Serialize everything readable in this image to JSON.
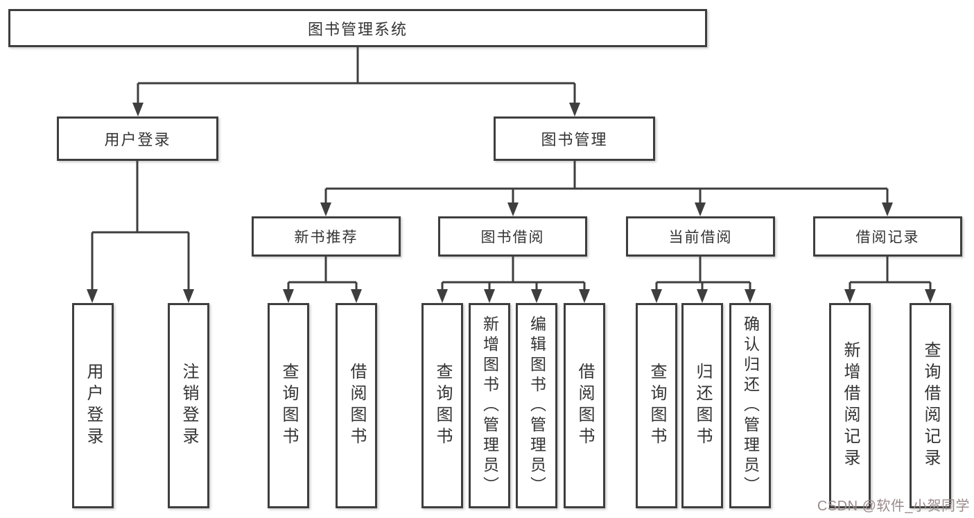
{
  "nodes": {
    "root": "图书管理系统",
    "user_login": "用户登录",
    "book_mgmt": "图书管理",
    "new_books": "新书推荐",
    "book_borrow": "图书借阅",
    "current_borrow": "当前借阅",
    "borrow_records": "借阅记录",
    "leaf_user_login": "用户登录",
    "leaf_logout": "注销登录",
    "leaf_nb_query": "查询图书",
    "leaf_nb_borrow": "借阅图书",
    "leaf_bb_query": "查询图书",
    "leaf_bb_add": "新增图书（管理员）",
    "leaf_bb_edit": "编辑图书（管理员）",
    "leaf_bb_borrow": "借阅图书",
    "leaf_cb_query": "查询图书",
    "leaf_cb_return": "归还图书",
    "leaf_cb_confirm": "确认归还（管理员）",
    "leaf_br_add": "新增借阅记录",
    "leaf_br_query": "查询借阅记录"
  },
  "watermark": {
    "text": "CSDN @软件_小贺同学",
    "color": "#9a8a8a"
  },
  "colors": {
    "line": "#3e3e3e",
    "text": "#333333",
    "background": "#ffffff",
    "box_fill": "#ffffff"
  }
}
